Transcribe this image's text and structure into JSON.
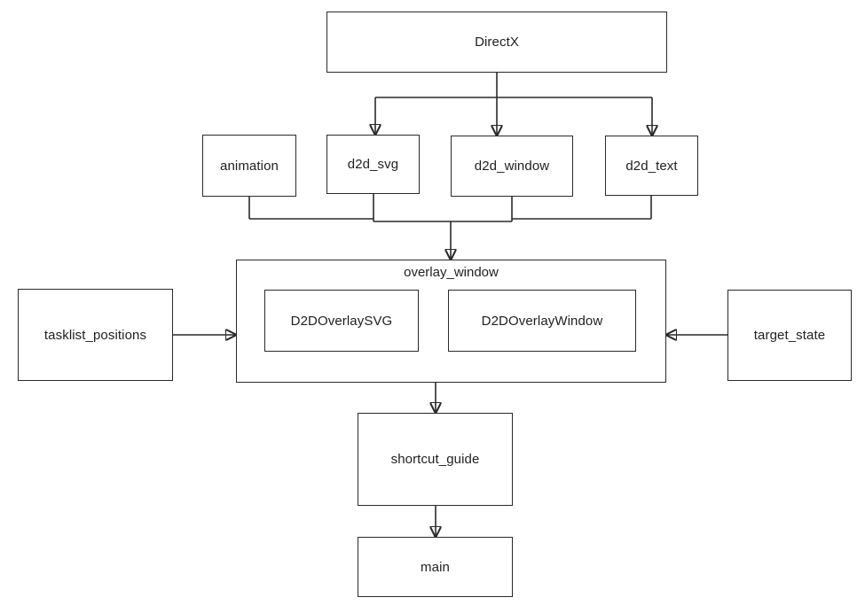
{
  "diagram": {
    "background_color": "#ffffff",
    "line_color": "#2a2a2a",
    "text_color": "#1f1f1f",
    "box_fill": "#ffffff",
    "nodes": {
      "directx": "DirectX",
      "animation": "animation",
      "d2d_svg": "d2d_svg",
      "d2d_window": "d2d_window",
      "d2d_text": "d2d_text",
      "overlay_window": "overlay_window",
      "d2d_overlay_svg": "D2DOverlaySVG",
      "d2d_overlay_window": "D2DOverlayWindow",
      "tasklist_positions": "tasklist_positions",
      "target_state": "target_state",
      "shortcut_guide": "shortcut_guide",
      "main": "main"
    },
    "edges": [
      {
        "from": "DirectX",
        "to": "d2d_svg",
        "arrow": "down"
      },
      {
        "from": "DirectX",
        "to": "d2d_window",
        "arrow": "down"
      },
      {
        "from": "DirectX",
        "to": "d2d_text",
        "arrow": "down"
      },
      {
        "from": "animation",
        "to": "overlay_window",
        "arrow": "down"
      },
      {
        "from": "d2d_svg",
        "to": "overlay_window",
        "arrow": "down"
      },
      {
        "from": "d2d_window",
        "to": "overlay_window",
        "arrow": "down"
      },
      {
        "from": "d2d_text",
        "to": "overlay_window",
        "arrow": "down"
      },
      {
        "from": "tasklist_positions",
        "to": "overlay_window",
        "arrow": "right"
      },
      {
        "from": "target_state",
        "to": "overlay_window",
        "arrow": "left"
      },
      {
        "from": "overlay_window",
        "to": "shortcut_guide",
        "arrow": "down"
      },
      {
        "from": "shortcut_guide",
        "to": "main",
        "arrow": "down"
      }
    ]
  }
}
